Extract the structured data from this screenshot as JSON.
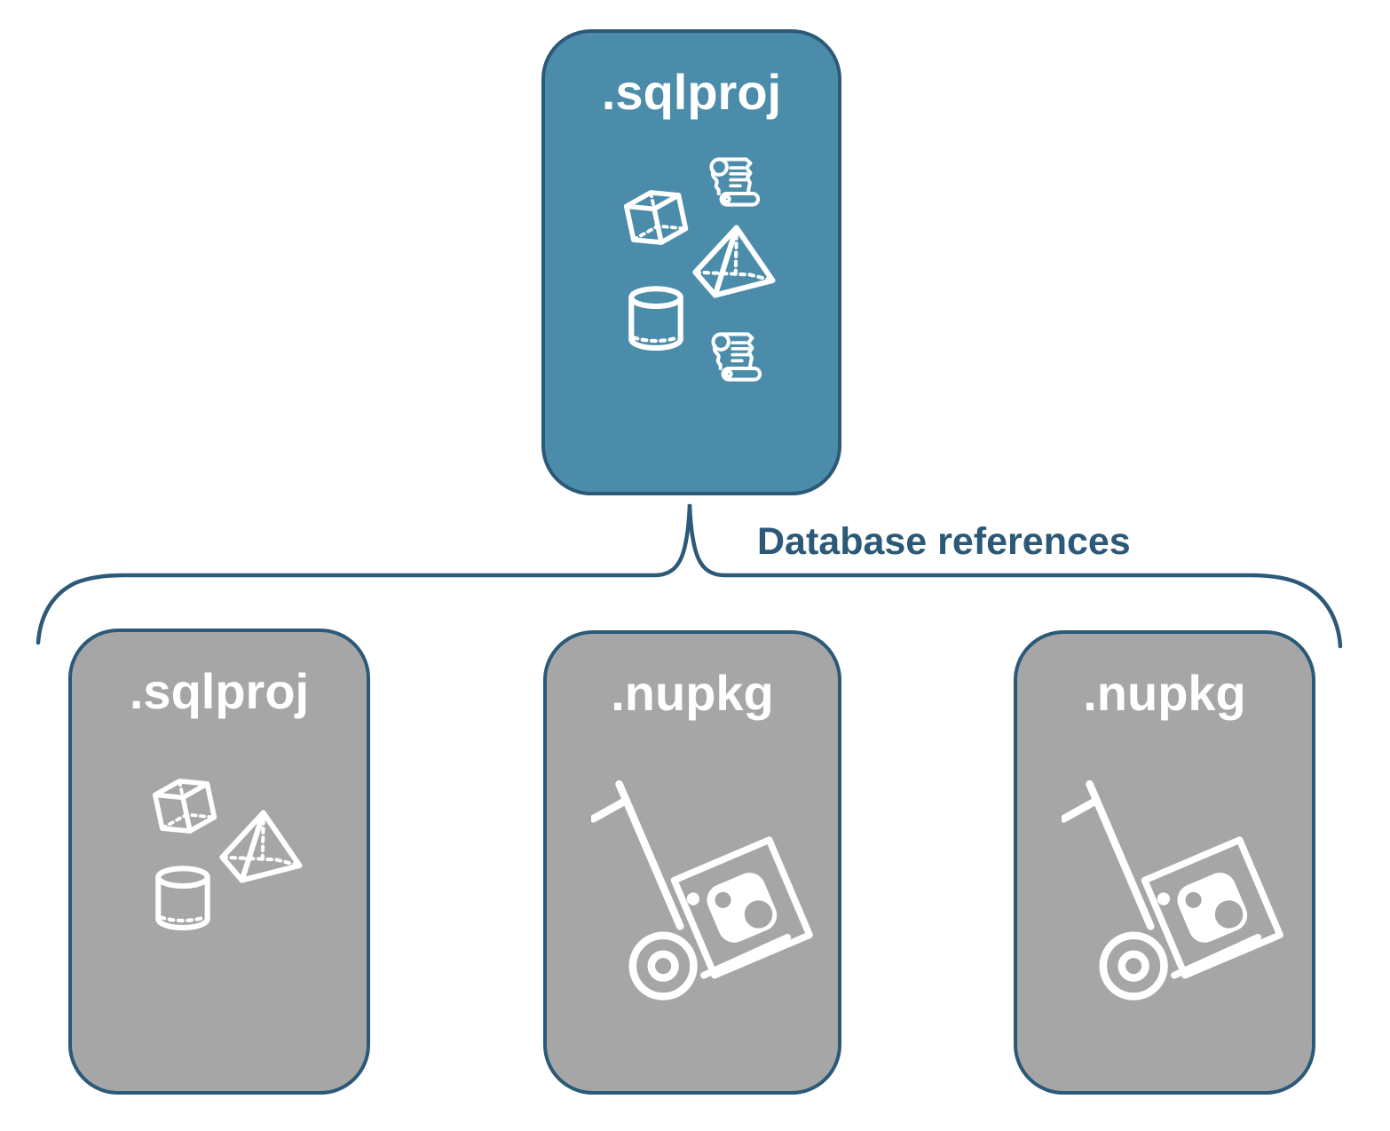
{
  "diagram": {
    "root": {
      "label": ".sqlproj",
      "icons": [
        "script-scroll",
        "cube-3d",
        "pyramid-3d",
        "cylinder-3d",
        "script-scroll"
      ]
    },
    "connector": {
      "label": "Database references"
    },
    "children": [
      {
        "label": ".sqlproj",
        "icons": [
          "cube-3d",
          "pyramid-3d",
          "cylinder-3d"
        ]
      },
      {
        "label": ".nupkg",
        "icons": [
          "package-dolly"
        ]
      },
      {
        "label": ".nupkg",
        "icons": [
          "package-dolly"
        ]
      }
    ],
    "colors": {
      "root_fill": "#4B8CAA",
      "child_fill": "#A6A6A6",
      "outline_and_text": "#2B5977",
      "icon_stroke": "#FFFFFF"
    }
  }
}
